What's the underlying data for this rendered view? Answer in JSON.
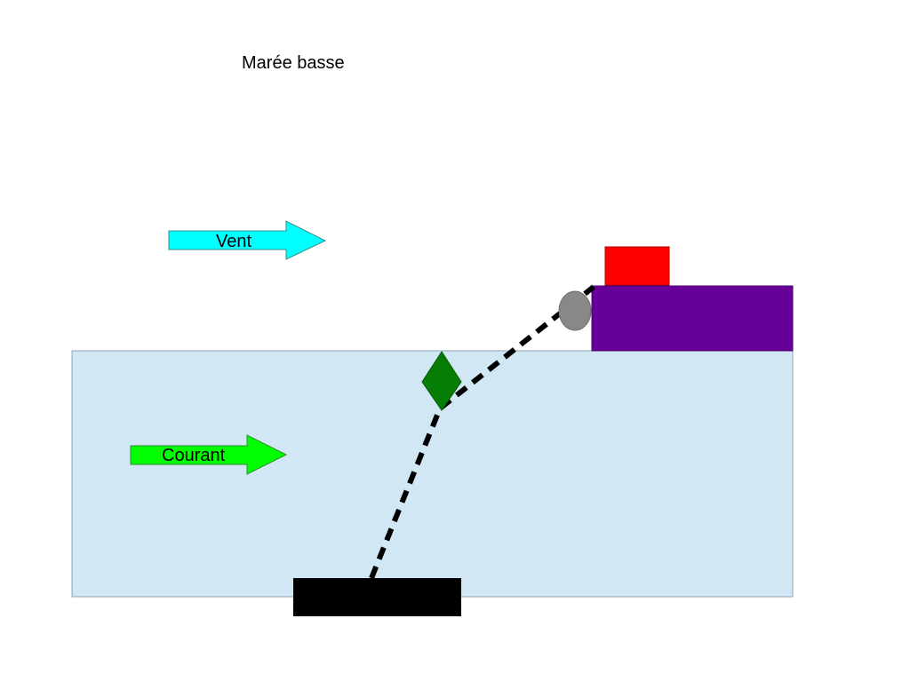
{
  "diagram": {
    "title": "Marée basse",
    "wind_label": "Vent",
    "current_label": "Courant"
  },
  "colors": {
    "background": "#ffffff",
    "water": "#d1e7f3",
    "water_border": "#8fa3b4",
    "wind_arrow": "#00ffff",
    "current_arrow": "#00ff00",
    "arrow_border": "#3a8a8a",
    "buoy": "#067e06",
    "anchor_block": "#000000",
    "dock": "#660099",
    "dock_box": "#ff0000",
    "fairlead": "#888888",
    "line": "#000000"
  }
}
